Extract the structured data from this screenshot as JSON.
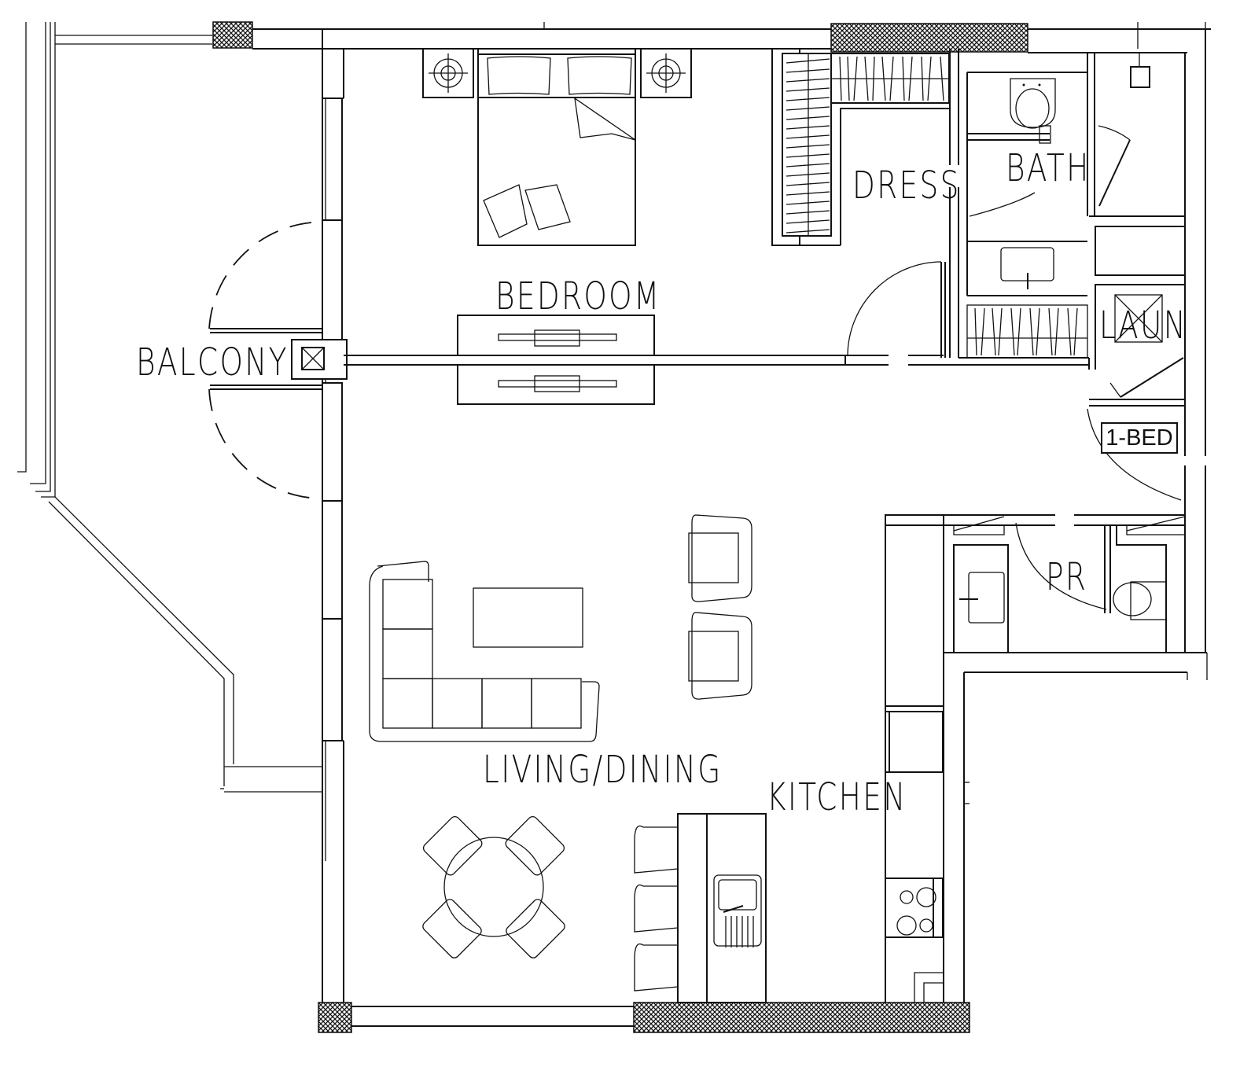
{
  "drawing": {
    "type": "floor-plan",
    "unit_type": "1-BED",
    "colors": {
      "line": "#111111",
      "background": "#ffffff",
      "column_hatch": "#111111"
    }
  },
  "rooms": {
    "balcony": "BALCONY",
    "bedroom": "BEDROOM",
    "dress": "DRESS",
    "bath": "BATH",
    "laundry": "LAUN",
    "powder_room": "PR",
    "living_dining": "LIVING/DINING",
    "kitchen": "KITCHEN"
  },
  "furniture": {
    "bedroom": [
      "double-bed",
      "pillows-2",
      "cushions-2",
      "nightstand-lamps-2",
      "wardrobe-built-in"
    ],
    "living": [
      "l-shaped-sofa",
      "coffee-table",
      "armchairs-2"
    ],
    "dining": [
      "round-table",
      "dining-chairs-4"
    ],
    "kitchen": [
      "island-with-sink",
      "bar-stools-3",
      "cooktop-4-burner",
      "fridge",
      "counter"
    ],
    "bath": [
      "toilet",
      "vanity-sink",
      "shower"
    ],
    "powder_room": [
      "toilet",
      "sink"
    ],
    "laundry": [
      "washer"
    ]
  }
}
